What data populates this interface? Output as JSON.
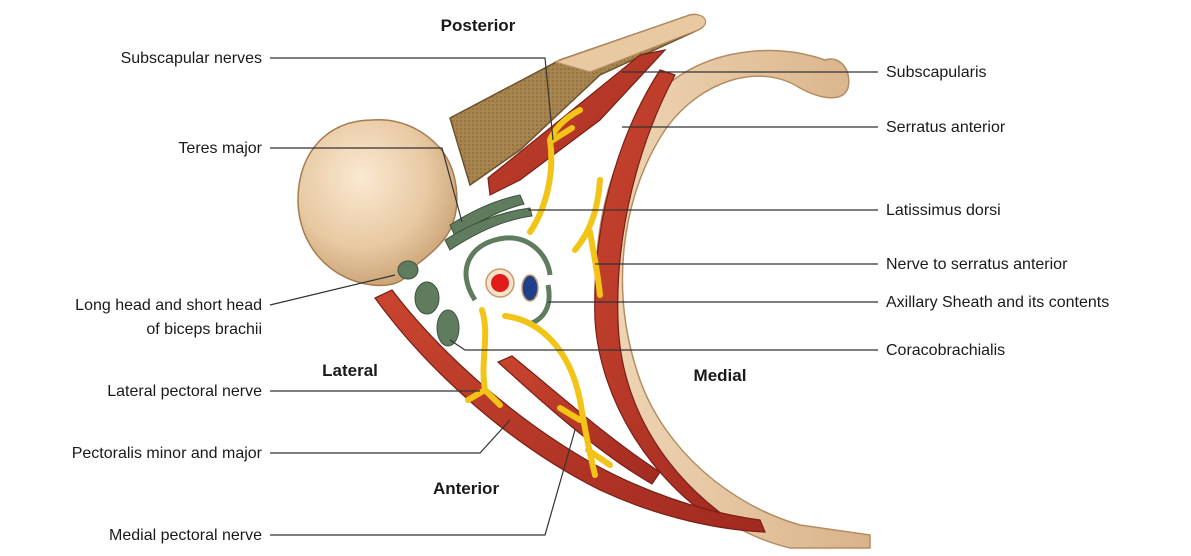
{
  "orientation": {
    "posterior": "Posterior",
    "anterior": "Anterior",
    "lateral": "Lateral",
    "medial": "Medial"
  },
  "labels": {
    "subscapular_nerves": "Subscapular nerves",
    "teres_major": "Teres major",
    "biceps_line1": "Long head and short head",
    "biceps_line2": "of biceps brachii",
    "lateral_pectoral_nerve": "Lateral pectoral nerve",
    "pectoralis": "Pectoralis minor and major",
    "medial_pectoral_nerve": "Medial pectoral nerve",
    "subscapularis": "Subscapularis",
    "serratus_anterior": "Serratus anterior",
    "latissimus_dorsi": "Latissimus dorsi",
    "nerve_to_serratus": "Nerve to serratus anterior",
    "axillary_sheath": "Axillary Sheath and its contents",
    "coracobrachialis": "Coracobrachialis"
  },
  "colors": {
    "bone": "#e8c9a2",
    "bone_edge": "#b58c62",
    "muscle": "#b8372b",
    "muscle_edge": "#7a1e16",
    "nerve": "#f2c417",
    "nerve_edge": "#9c7a06",
    "tendon_green": "#5f7d5e",
    "scapula_hatch": "#9a7a4a",
    "artery": "#e21b1b",
    "vein": "#1f3f8a",
    "leader": "#333333"
  }
}
